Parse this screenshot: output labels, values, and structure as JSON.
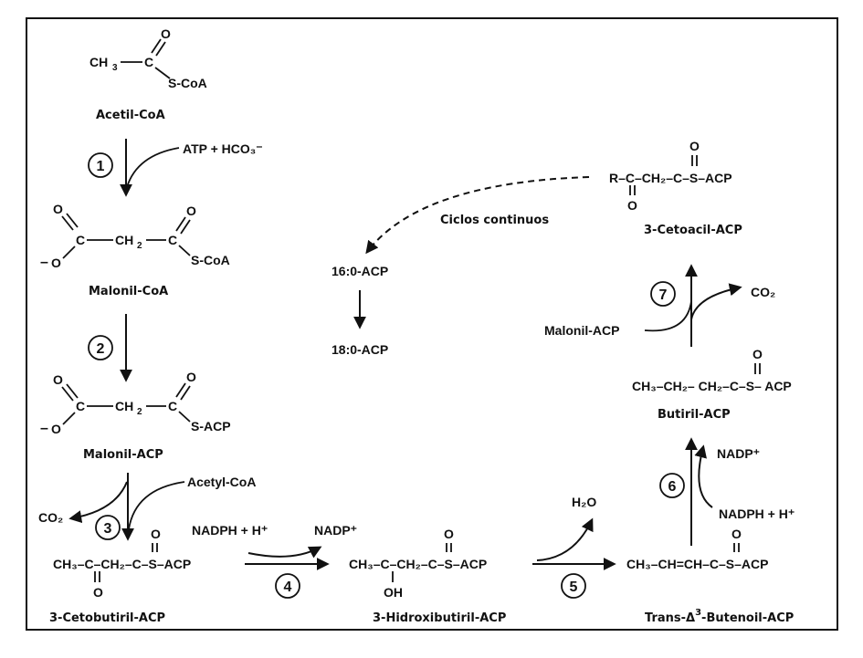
{
  "molecules": {
    "acetyl_coa": {
      "label": "Acetil-CoA",
      "parts": [
        "CH",
        "3",
        "C",
        "O",
        "S-CoA"
      ]
    },
    "malonyl_coa": {
      "label": "Malonil-CoA",
      "parts": [
        "O",
        "–",
        "O",
        "C",
        "CH",
        "2",
        "C",
        "O",
        "S-CoA"
      ]
    },
    "malonyl_acp": {
      "label": "Malonil-ACP",
      "parts": [
        "O",
        "–",
        "O",
        "C",
        "CH",
        "2",
        "C",
        "O",
        "S-ACP"
      ]
    },
    "cetobutiril": {
      "label": "3-Cetobutiril-ACP",
      "formula": "CH₃–C–CH₂–C–S–ACP",
      "upper": "O",
      "lower": "O"
    },
    "hidroxibutiril": {
      "label": "3-Hidroxibutiril-ACP",
      "formula": "CH₃–C–CH₂–C–S–ACP",
      "upper": "O",
      "lower": "OH"
    },
    "butenoil": {
      "label_pre": "Trans-Δ",
      "label_sup": "3",
      "label_post": "-Butenoil-ACP",
      "formula": "CH₃–CH=CH–C–S–ACP",
      "upper": "O"
    },
    "butiril": {
      "label": "Butiril-ACP",
      "formula": "CH₃–CH₂– CH₂–C–S– ACP",
      "upper": "O"
    },
    "cetoacil": {
      "label": "3-Cetoacil-ACP",
      "formula": "R–C–CH₂–C–S–ACP",
      "upper": "O",
      "lower": "O"
    },
    "p16": "16:0-ACP",
    "p18": "18:0-ACP"
  },
  "reagents": {
    "atp": "ATP + HCO₃⁻",
    "acetyl_coa2": "Acetyl-CoA",
    "co2_left": "CO₂",
    "nadph1": "NADPH + H⁺",
    "nadp1": "NADP⁺",
    "h2o": "H₂O",
    "nadph2": "NADPH + H⁺",
    "nadp2": "NADP⁺",
    "malonil_acp2": "Malonil-ACP",
    "co2_right": "CO₂",
    "ciclos": "Ciclos continuos"
  },
  "steps": [
    "1",
    "2",
    "3",
    "4",
    "5",
    "6",
    "7"
  ]
}
